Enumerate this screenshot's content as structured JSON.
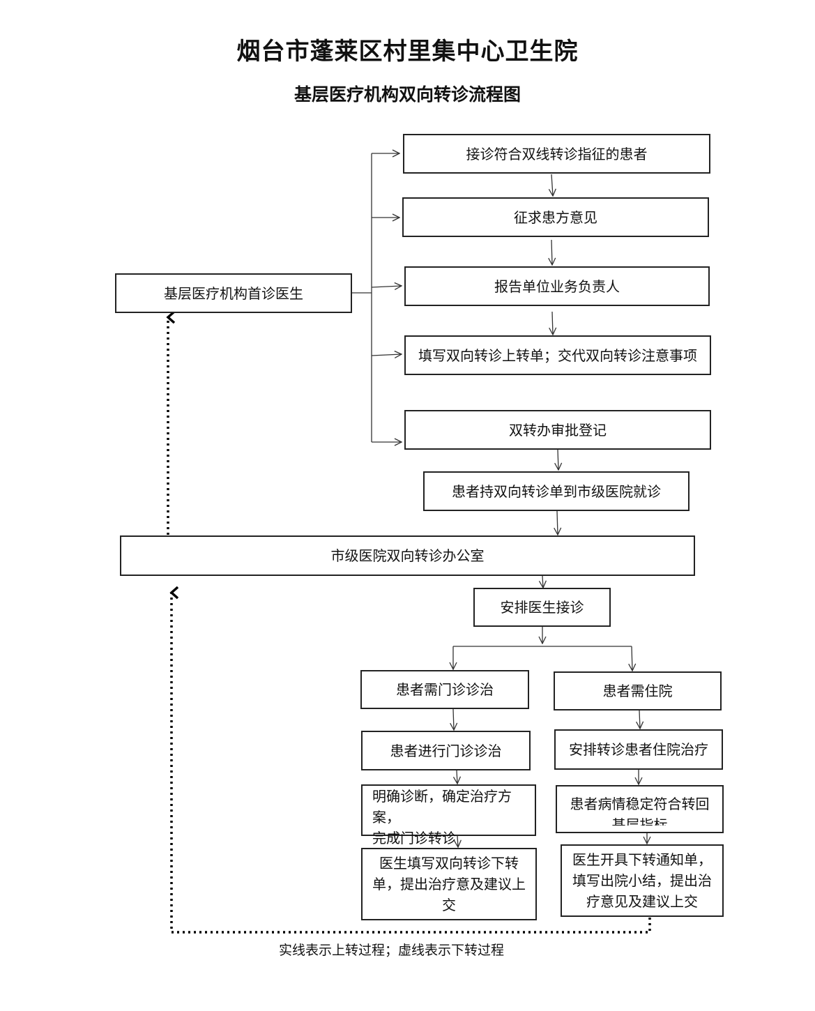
{
  "header": {
    "title": "烟台市蓬莱区村里集中心卫生院",
    "subtitle": "基层医疗机构双向转诊流程图"
  },
  "boxes": {
    "first_doctor": "基层医疗机构首诊医生",
    "receive_patient": "接诊符合双线转诊指征的患者",
    "seek_opinion": "征求患方意见",
    "report_leader": "报告单位业务负责人",
    "fill_form": "填写双向转诊上转单；交代双向转诊注意事项",
    "approve_register": "双转办审批登记",
    "patient_visit": "患者持双向转诊单到市级医院就诊",
    "city_office": "市级医院双向转诊办公室",
    "arrange_doctor": "安排医生接诊",
    "need_outpatient": "患者需门诊诊治",
    "need_inpatient": "患者需住院",
    "do_outpatient": "患者进行门诊诊治",
    "arrange_inpatient": "安排转诊患者住院治疗",
    "diagnosis_line1": "明确诊断，确定治疗方案，",
    "diagnosis_line2": "完成门诊转诊",
    "stable_line1": "患者病情稳定符合转回",
    "stable_line2": "基层指标",
    "down_form_line1": "医生填写双向转诊下转",
    "down_form_line2": "单，提出治疗意及建议上",
    "down_form_line3": "交",
    "notice_line1": "医生开具下转通知单，",
    "notice_line2": "填写出院小结，提出治",
    "notice_line3": "疗意见及建议上交"
  },
  "legend": "实线表示上转过程；虚线表示下转过程"
}
